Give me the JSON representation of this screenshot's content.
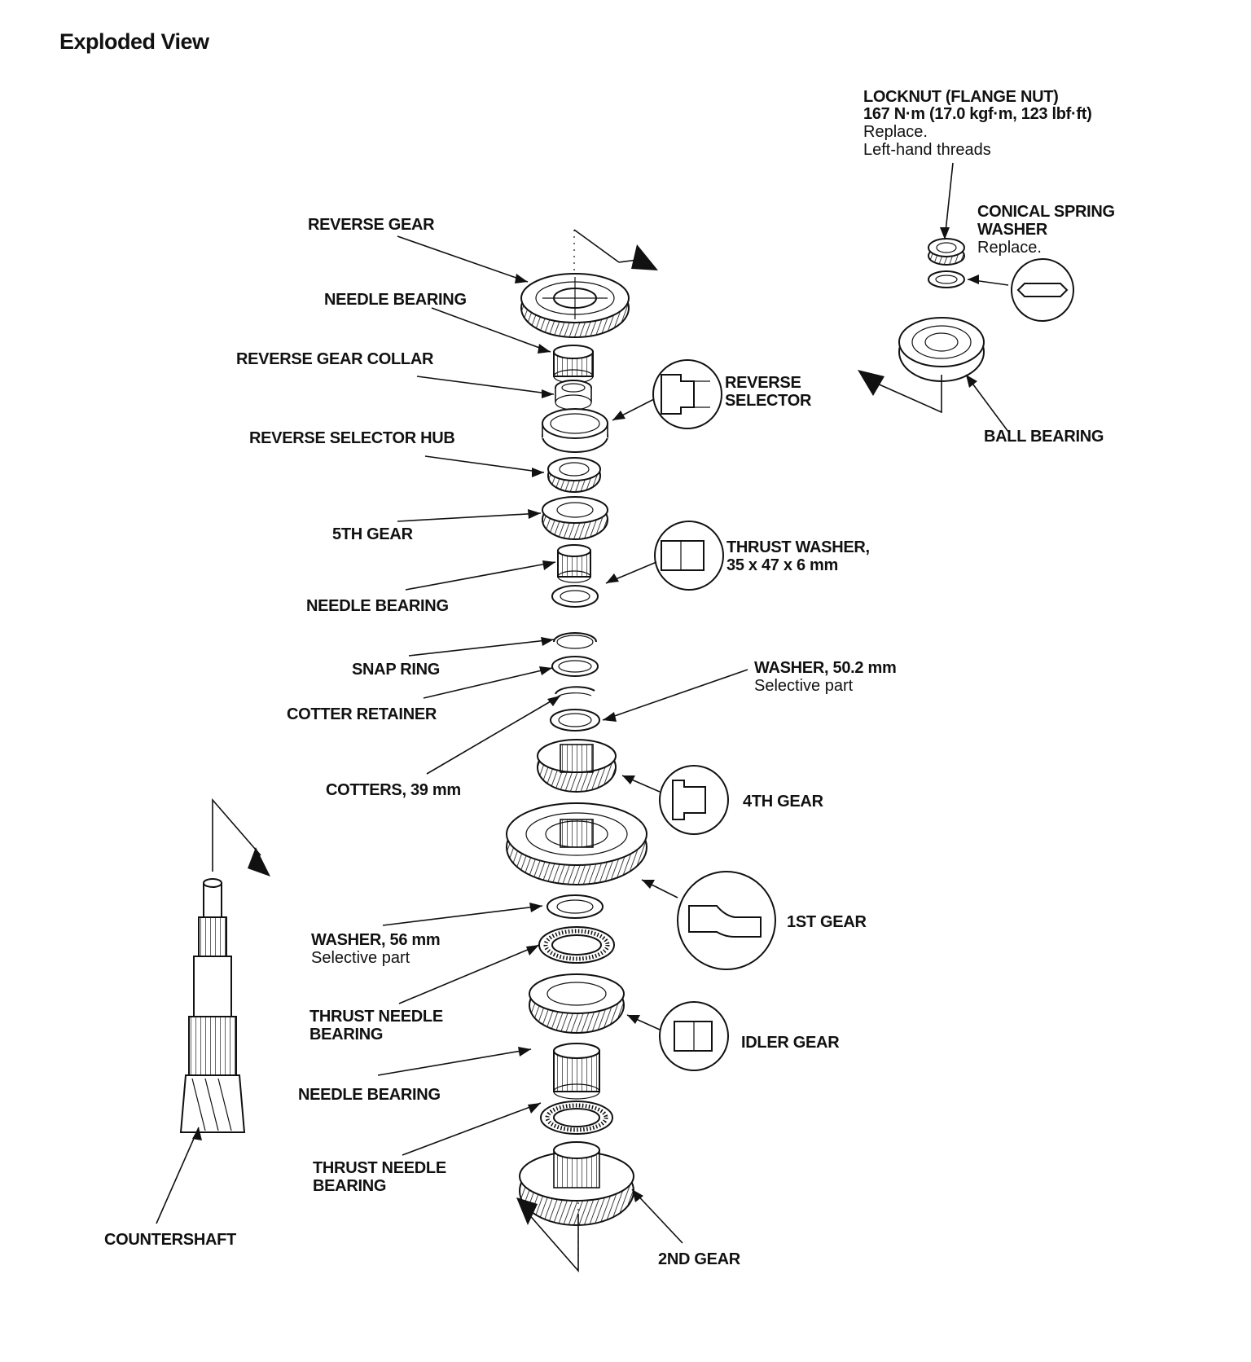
{
  "title": "Exploded View",
  "labels": {
    "locknut": "LOCKNUT (FLANGE NUT)",
    "locknut_torque": "167 N·m (17.0 kgf·m, 123 lbf·ft)",
    "locknut_note1": "Replace.",
    "locknut_note2": "Left-hand threads",
    "conical_spring_washer_1": "CONICAL SPRING",
    "conical_spring_washer_2": "WASHER",
    "conical_spring_washer_note": "Replace.",
    "ball_bearing": "BALL BEARING",
    "reverse_gear": "REVERSE GEAR",
    "needle_bearing_1": "NEEDLE BEARING",
    "reverse_gear_collar": "REVERSE GEAR COLLAR",
    "reverse_selector_1": "REVERSE",
    "reverse_selector_2": "SELECTOR",
    "reverse_selector_hub": "REVERSE SELECTOR HUB",
    "fifth_gear": "5TH GEAR",
    "thrust_washer": "THRUST WASHER,",
    "thrust_washer_size": "35 x 47 x 6 mm",
    "needle_bearing_2": "NEEDLE BEARING",
    "snap_ring": "SNAP RING",
    "cotter_retainer": "COTTER RETAINER",
    "washer_50": "WASHER, 50.2 mm",
    "washer_50_note": "Selective part",
    "cotters": "COTTERS, 39 mm",
    "fourth_gear": "4TH GEAR",
    "first_gear": "1ST GEAR",
    "washer_56": "WASHER, 56 mm",
    "washer_56_note": "Selective part",
    "thrust_needle_bearing_1a": "THRUST NEEDLE",
    "thrust_needle_bearing_1b": "BEARING",
    "idler_gear": "IDLER GEAR",
    "needle_bearing_3": "NEEDLE BEARING",
    "thrust_needle_bearing_2a": "THRUST NEEDLE",
    "thrust_needle_bearing_2b": "BEARING",
    "countershaft": "COUNTERSHAFT",
    "second_gear": "2ND GEAR"
  }
}
